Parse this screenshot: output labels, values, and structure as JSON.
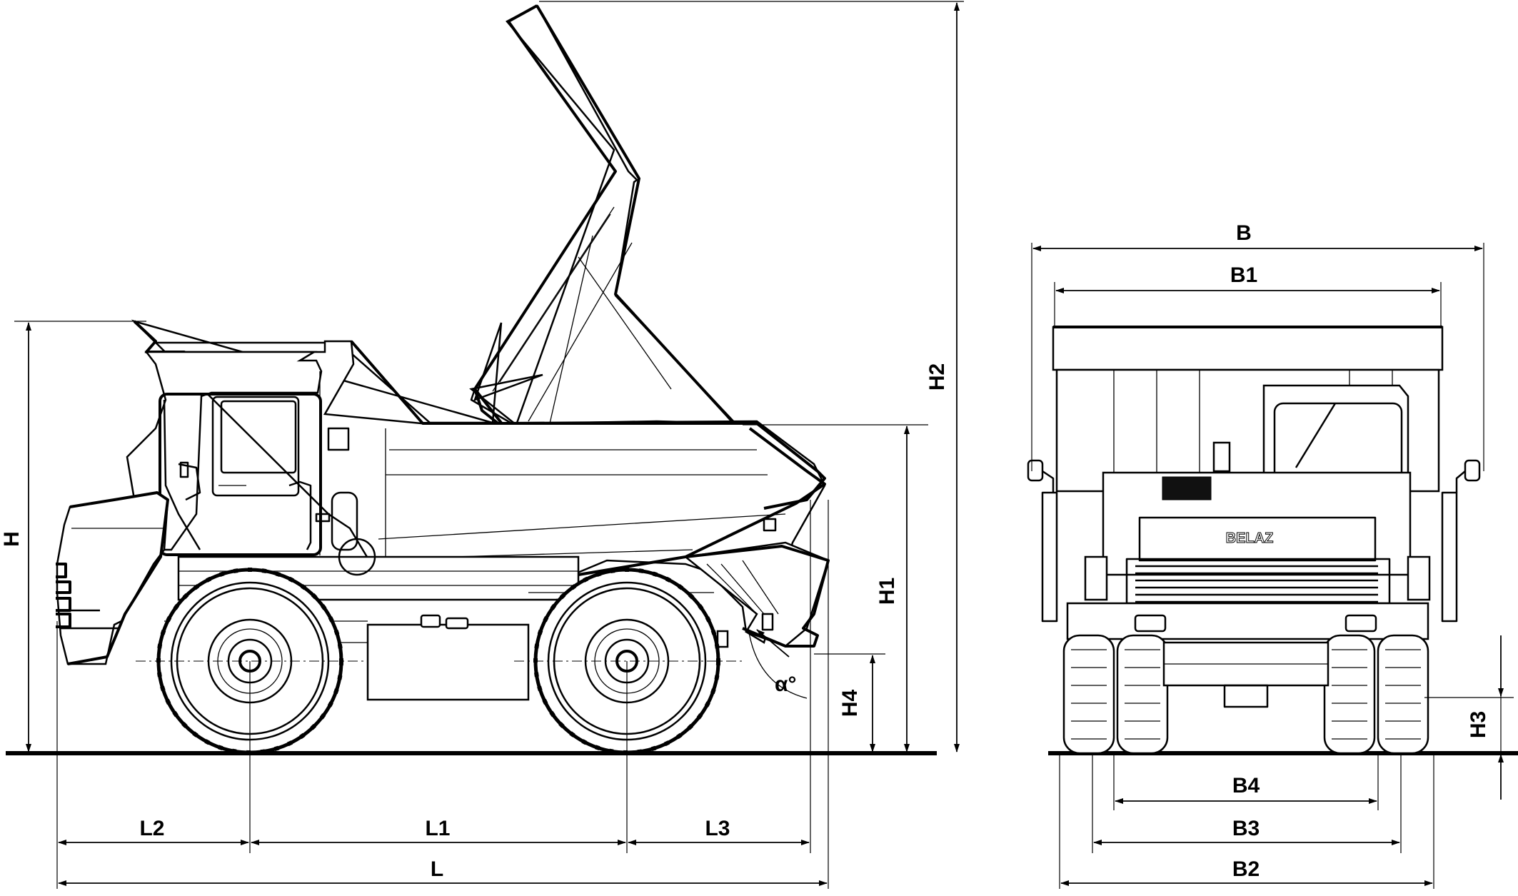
{
  "diagram": {
    "labels": {
      "H": "H",
      "H1": "H1",
      "H2": "H2",
      "H3": "H3",
      "H4": "H4",
      "L": "L",
      "L1": "L1",
      "L2": "L2",
      "L3": "L3",
      "B": "B",
      "B1": "B1",
      "B2": "B2",
      "B3": "B3",
      "B4": "B4",
      "alpha": "α°",
      "brand": "BELAZ"
    },
    "colors": {
      "line": "#000000",
      "background": "#ffffff"
    }
  }
}
